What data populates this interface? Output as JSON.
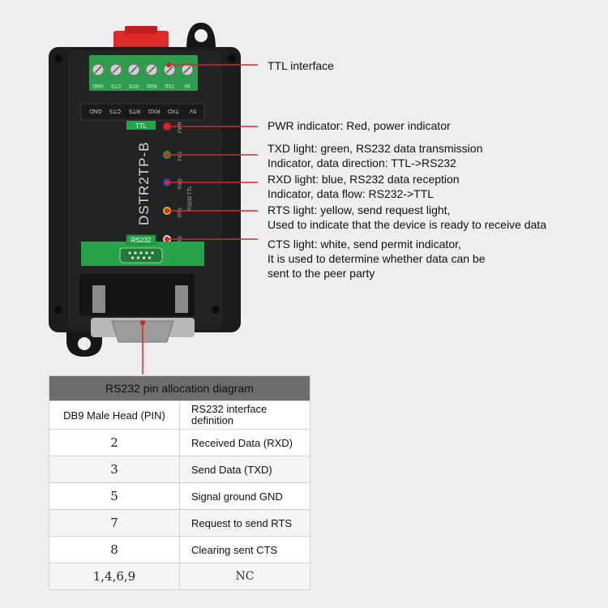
{
  "device": {
    "model": "DSTR2TP-B",
    "terminal_labels": [
      "GND",
      "CTS",
      "RTS",
      "RXD",
      "TXD",
      "5V"
    ],
    "ttl_label": "TTL",
    "rs232_label": "RS232",
    "led_labels": [
      "PWR",
      "TXD",
      "RXD",
      "RTS",
      "CTS"
    ],
    "mode_label": "RS232 TTL"
  },
  "annotations": {
    "ttl": [
      "TTL interface"
    ],
    "pwr": [
      "PWR indicator: Red, power indicator"
    ],
    "txd": [
      "TXD light: green, RS232 data transmission",
      "Indicator, data direction: TTL->RS232"
    ],
    "rxd": [
      "RXD light: blue, RS232 data reception",
      "Indicator, data flow: RS232->TTL"
    ],
    "rts": [
      "RTS light: yellow, send request light,",
      "Used to indicate that the device is ready to receive data"
    ],
    "cts": [
      "CTS light: white, send permit indicator,",
      "It is used to determine whether data can be",
      "sent to the peer party"
    ]
  },
  "table": {
    "title": "RS232 pin allocation diagram",
    "col1": "DB9 Male Head (PIN)",
    "col2": "RS232 interface definition",
    "rows": [
      {
        "pin": "2",
        "def": "Received Data (RXD)"
      },
      {
        "pin": "3",
        "def": "Send Data (TXD)"
      },
      {
        "pin": "5",
        "def": "Signal ground GND"
      },
      {
        "pin": "7",
        "def": "Request to send RTS"
      },
      {
        "pin": "8",
        "def": "Clearing sent CTS"
      },
      {
        "pin": "1,4,6,9",
        "def": "NC"
      }
    ]
  },
  "colors": {
    "pointer": "#d9262c",
    "enclosure": "#1c1c1c",
    "terminal_green": "#2e9e4e",
    "pcb_green": "#27a34a",
    "red_latch": "#e02a2a",
    "led_pwr": "#c81e1e",
    "led_txd": "#1fa04a",
    "led_rxd": "#1b3fb0",
    "led_rts": "#d8c21a",
    "led_cts": "#e8e2c8"
  }
}
